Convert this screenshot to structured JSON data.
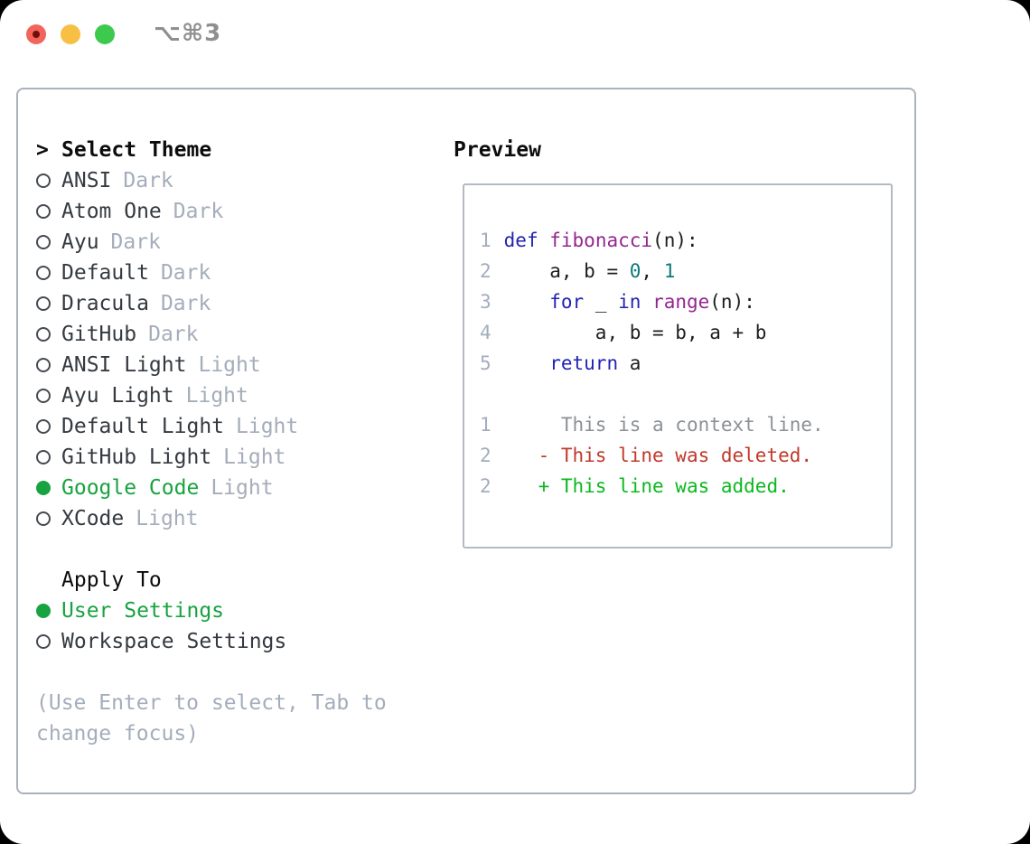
{
  "titlebar": {
    "title": "⌥⌘3",
    "traffic_lights": [
      "close",
      "minimize",
      "zoom"
    ]
  },
  "theme_selector": {
    "focus_marker": ">",
    "header": "Select Theme",
    "items": [
      {
        "name": "ANSI",
        "variant": "Dark",
        "selected": false
      },
      {
        "name": "Atom One",
        "variant": "Dark",
        "selected": false
      },
      {
        "name": "Ayu",
        "variant": "Dark",
        "selected": false
      },
      {
        "name": "Default",
        "variant": "Dark",
        "selected": false
      },
      {
        "name": "Dracula",
        "variant": "Dark",
        "selected": false
      },
      {
        "name": "GitHub",
        "variant": "Dark",
        "selected": false
      },
      {
        "name": "ANSI Light",
        "variant": "Light",
        "selected": false
      },
      {
        "name": "Ayu Light",
        "variant": "Light",
        "selected": false
      },
      {
        "name": "Default Light",
        "variant": "Light",
        "selected": false
      },
      {
        "name": "GitHub Light",
        "variant": "Light",
        "selected": false
      },
      {
        "name": "Google Code",
        "variant": "Light",
        "selected": true
      },
      {
        "name": "XCode",
        "variant": "Light",
        "selected": false
      }
    ]
  },
  "apply_to": {
    "header": "Apply To",
    "options": [
      {
        "label": "User Settings",
        "selected": true
      },
      {
        "label": "Workspace Settings",
        "selected": false
      }
    ]
  },
  "help_text": "(Use Enter to select, Tab to change focus)",
  "preview": {
    "header": "Preview",
    "code_lines": [
      {
        "num": "1",
        "tokens": [
          {
            "t": "def",
            "c": "keyword"
          },
          {
            "t": " "
          },
          {
            "t": "fibonacci",
            "c": "type"
          },
          {
            "t": "(n):"
          }
        ]
      },
      {
        "num": "2",
        "tokens": [
          {
            "t": "    a, b = "
          },
          {
            "t": "0",
            "c": "literal"
          },
          {
            "t": ", "
          },
          {
            "t": "1",
            "c": "literal"
          }
        ]
      },
      {
        "num": "3",
        "tokens": [
          {
            "t": "    "
          },
          {
            "t": "for",
            "c": "keyword"
          },
          {
            "t": " _ "
          },
          {
            "t": "in",
            "c": "keyword"
          },
          {
            "t": " "
          },
          {
            "t": "range",
            "c": "type"
          },
          {
            "t": "(n):"
          }
        ]
      },
      {
        "num": "4",
        "tokens": [
          {
            "t": "        a, b = b, a + b"
          }
        ]
      },
      {
        "num": "5",
        "tokens": [
          {
            "t": "    "
          },
          {
            "t": "return",
            "c": "keyword"
          },
          {
            "t": " a"
          }
        ]
      }
    ],
    "diff_lines": [
      {
        "num": "1",
        "marker": " ",
        "text": "This is a context line.",
        "kind": "context"
      },
      {
        "num": "2",
        "marker": "-",
        "text": "This line was deleted.",
        "kind": "deleted"
      },
      {
        "num": "2",
        "marker": "+",
        "text": "This line was added.",
        "kind": "added"
      }
    ]
  },
  "colors": {
    "selected_green": "#17a33f",
    "keyword_blue": "#2323b5",
    "type_purple": "#93278f",
    "literal_teal": "#0e7979",
    "diff_deleted_red": "#c0392b",
    "diff_added_green": "#0cb81e",
    "muted_gray": "#a4adbb"
  }
}
